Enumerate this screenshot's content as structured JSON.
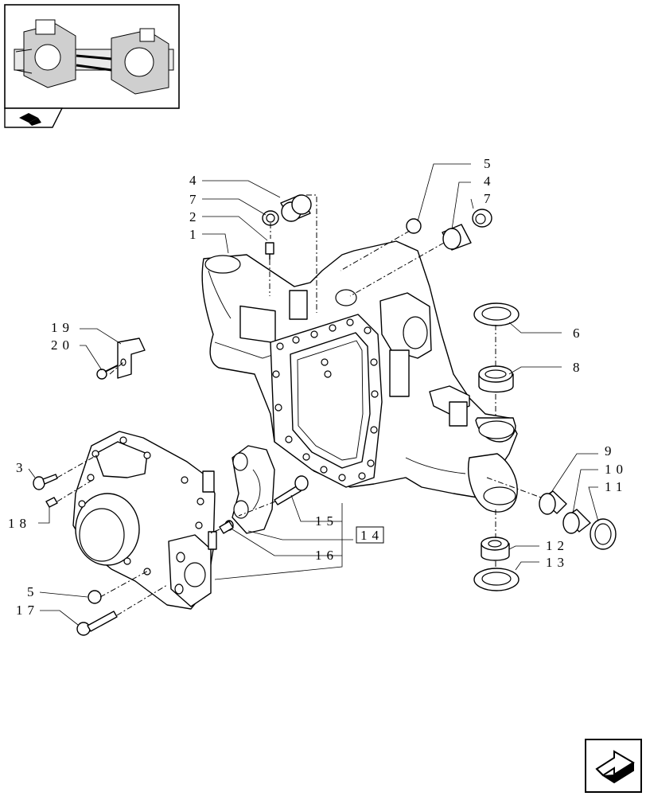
{
  "thumbnail": {
    "icon": "axle-assembly-thumbnail"
  },
  "nav": {
    "prev_icon": "page-back-icon",
    "next_icon": "page-forward-icon"
  },
  "callouts": {
    "c1": "1",
    "c2": "2",
    "c3": "3",
    "c4a": "4",
    "c4b": "4",
    "c5a": "5",
    "c5b": "5",
    "c6": "6",
    "c7a": "7",
    "c7b": "7",
    "c8": "8",
    "c9": "9",
    "c10": "10",
    "c11": "11",
    "c12": "12",
    "c13": "13",
    "c14": "14",
    "c15": "15",
    "c16": "16",
    "c17": "17",
    "c18": "18",
    "c19": "19",
    "c20": "20"
  }
}
